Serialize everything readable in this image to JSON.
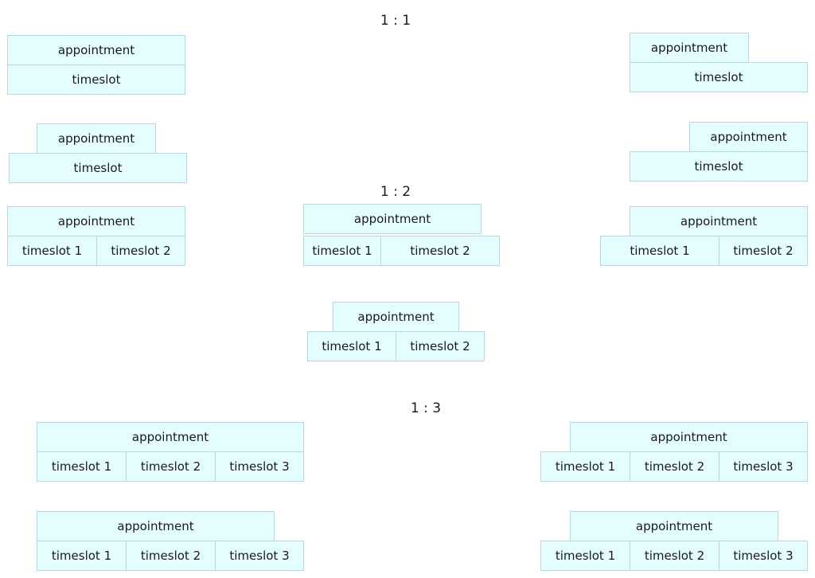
{
  "headings": {
    "one_to_one": "1 : 1",
    "one_to_two": "1 : 2",
    "one_to_three": "1 : 3"
  },
  "labels": {
    "appointment": "appointment",
    "timeslot": "timeslot",
    "timeslot_1": "timeslot 1",
    "timeslot_2": "timeslot 2",
    "timeslot_3": "timeslot 3"
  },
  "colors": {
    "box_fill": "#e4fdff",
    "box_border": "#b9d7dc",
    "text": "#1a1a1a"
  }
}
